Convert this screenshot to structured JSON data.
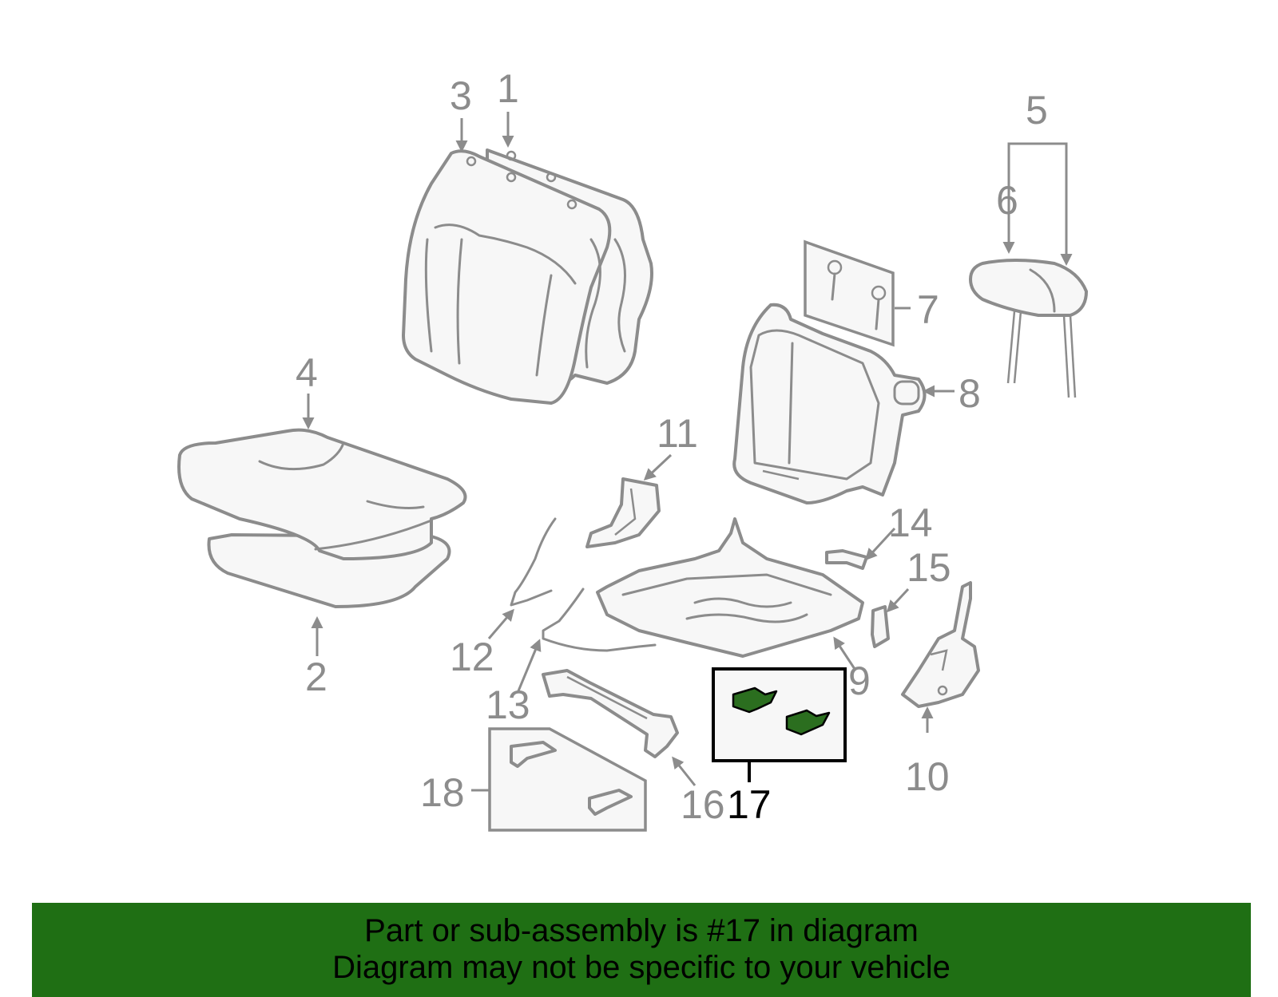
{
  "diagram": {
    "callouts": [
      "1",
      "2",
      "3",
      "4",
      "5",
      "6",
      "7",
      "8",
      "9",
      "10",
      "11",
      "12",
      "13",
      "14",
      "15",
      "16",
      "17",
      "18"
    ],
    "highlighted_callout": "17",
    "colors": {
      "part_outline": "#8c8c8c",
      "highlight_part": "#2b6e1f",
      "banner": "#1f6f14"
    }
  },
  "banner": {
    "line1": "Part or sub-assembly is #17 in diagram",
    "line2": "Diagram may not be specific to your vehicle"
  }
}
